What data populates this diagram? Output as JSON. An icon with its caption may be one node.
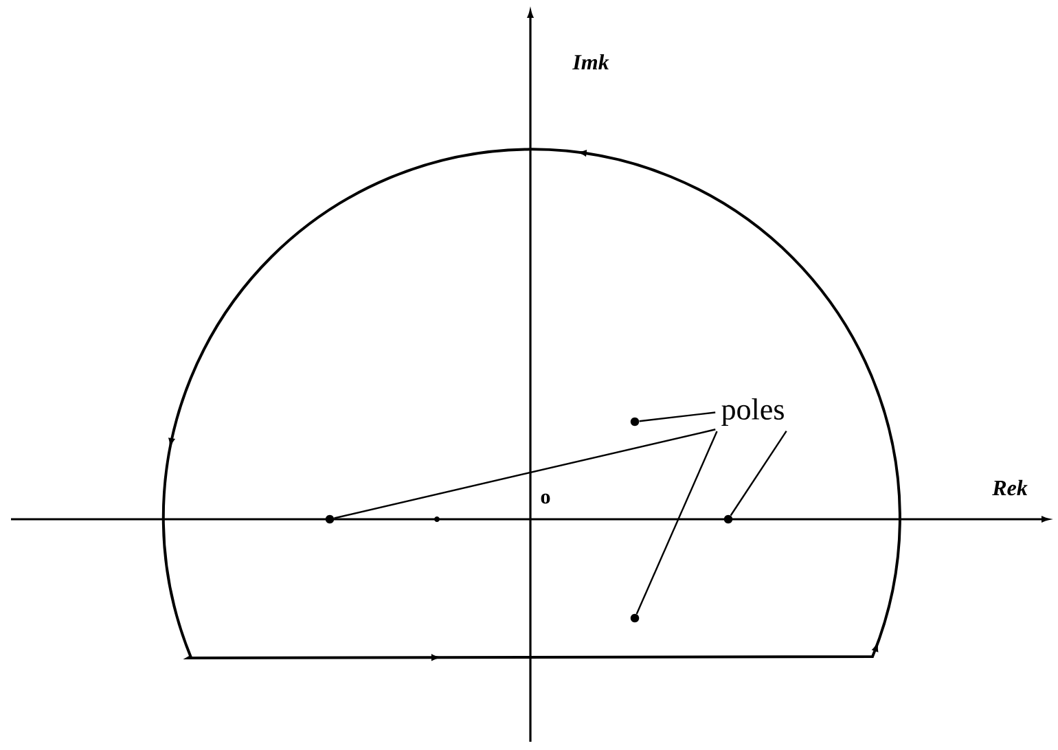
{
  "diagram": {
    "nodes": [
      {
        "text": [
          "poles"
        ]
      },
      {
        "text": [],
        "shape": "circle"
      },
      {
        "text": [],
        "shape": "circle"
      },
      {
        "text": [],
        "shape": "circle"
      },
      {
        "text": [],
        "shape": "circle"
      }
    ],
    "edges": [
      {
        "from": 0,
        "to": 1,
        "arrow": "none"
      },
      {
        "from": 0,
        "to": 2,
        "arrow": "none"
      },
      {
        "from": 0,
        "to": 3,
        "arrow": "none"
      },
      {
        "from": 0,
        "to": 4,
        "arrow": "none"
      }
    ],
    "labels": [
      "Imk",
      "Rek",
      "o"
    ]
  }
}
